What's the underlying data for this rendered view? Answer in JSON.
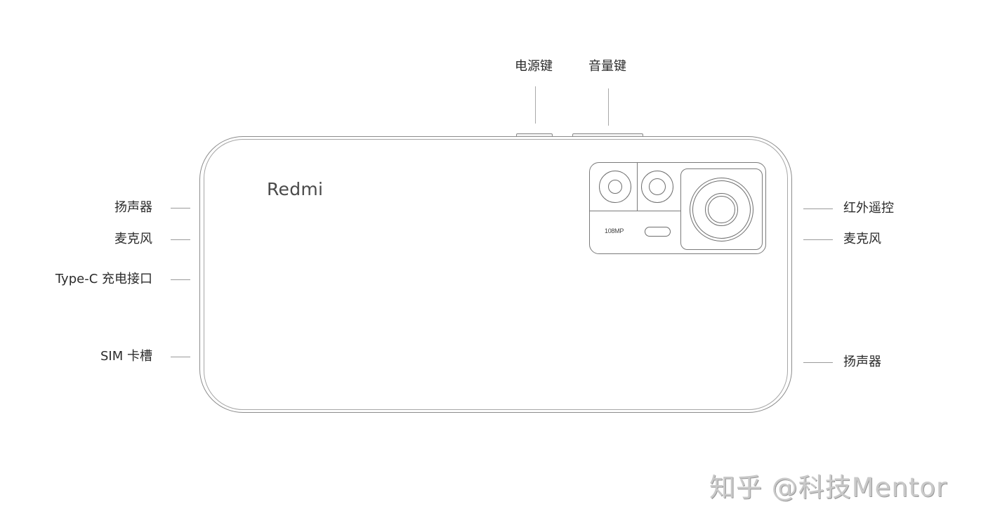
{
  "diagram": {
    "brand": "Redmi",
    "camera_label": "108MP",
    "top_labels": [
      {
        "text": "电源键",
        "meaning": "power button"
      },
      {
        "text": "音量键",
        "meaning": "volume button"
      }
    ],
    "left_labels": [
      {
        "text": "扬声器"
      },
      {
        "text": "麦克风"
      },
      {
        "text": "Type-C 充电接口"
      },
      {
        "text": "SIM 卡槽"
      }
    ],
    "right_labels": [
      {
        "text": "红外遥控"
      },
      {
        "text": "麦克风"
      },
      {
        "text": "扬声器"
      }
    ],
    "colors": {
      "outline": "#8c8c8c",
      "text": "#2b2b2b",
      "leader": "#9a9a9a",
      "watermark": "#c9c9c9"
    }
  },
  "watermark": "知乎 @科技Mentor"
}
